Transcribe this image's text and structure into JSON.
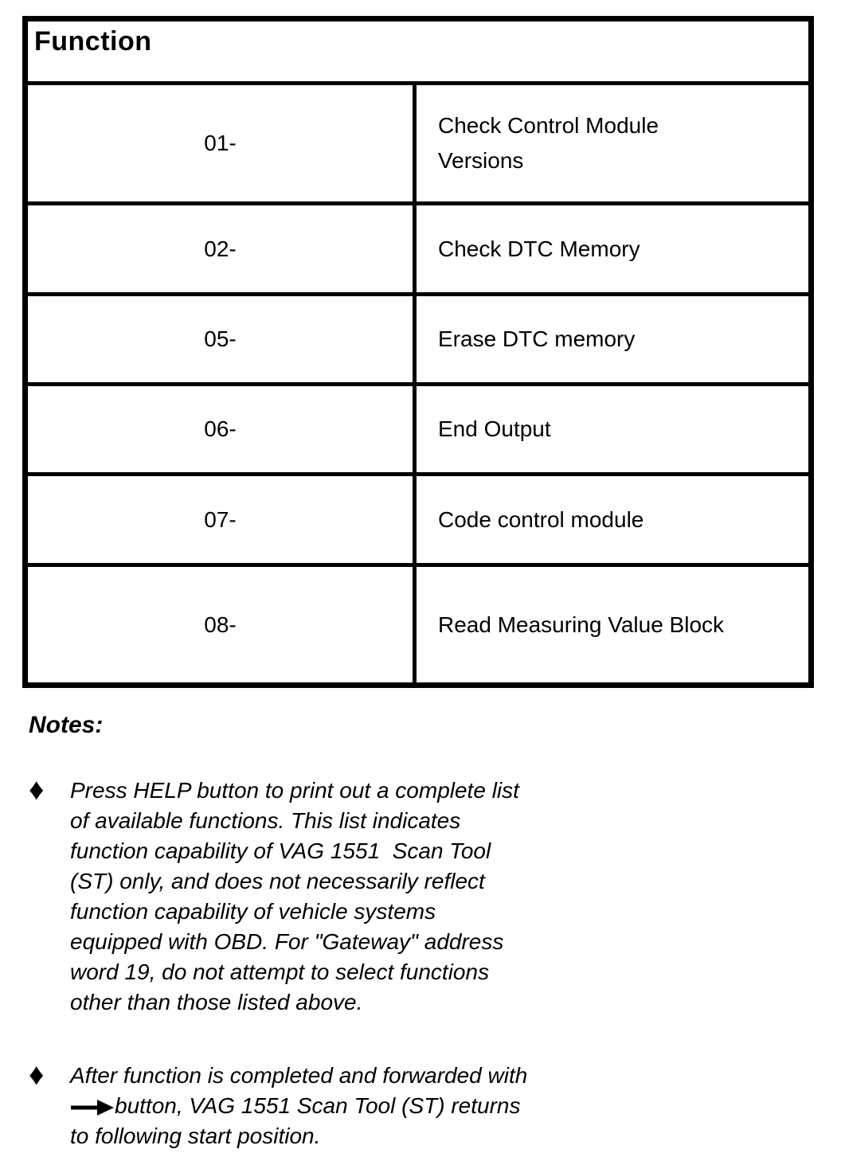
{
  "page": {
    "background": "#ffffff",
    "text_color": "#000000",
    "border_color": "#000000"
  },
  "table": {
    "header": "Function",
    "rows": [
      {
        "code": "01-",
        "desc": "Check Control Module Versions"
      },
      {
        "code": "02-",
        "desc": "Check DTC Memory"
      },
      {
        "code": "05-",
        "desc": "Erase DTC memory"
      },
      {
        "code": "06-",
        "desc": "End Output"
      },
      {
        "code": "07-",
        "desc": "Code control module"
      },
      {
        "code": "08-",
        "desc": "Read Measuring Value Block"
      }
    ]
  },
  "notes": {
    "heading": "Notes:",
    "bullet_icon": "diamond",
    "bullet_glyph": "♦",
    "item1": {
      "text": "Press HELP button to print out a complete list of available functions. This list indicates function capability of VAG 1551  Scan Tool (ST) only, and does not necessarily reflect function capability of vehicle systems equipped with OBD. For \"Gateway\" address word 19, do not attempt to select functions other than those listed above."
    },
    "item2": {
      "before_arrow": "After function is completed and forwarded with  ",
      "arrow_icon": "right-arrow",
      "after_arrow": "button, VAG 1551 Scan Tool (ST) returns to following start position."
    }
  }
}
